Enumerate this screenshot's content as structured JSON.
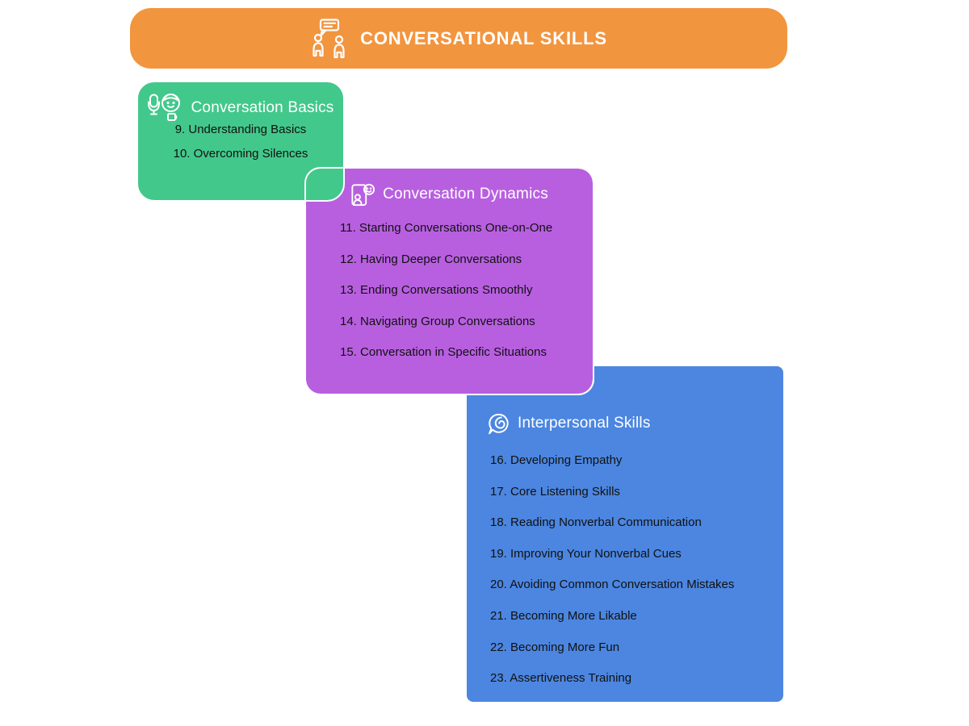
{
  "banner": {
    "title": "CONVERSATIONAL SKILLS",
    "color": "#F2953F",
    "text_color": "#FFFFFF",
    "icon": "people-chat-icon"
  },
  "sections": [
    {
      "title": "Conversation Basics",
      "color": "#42C88B",
      "icon": "interview-icon",
      "items": [
        "9. Understanding Basics",
        "10. Overcoming Silences"
      ]
    },
    {
      "title": "Conversation Dynamics",
      "color": "#B85FE0",
      "icon": "presenter-board-icon",
      "items": [
        "11. Starting Conversations One-on-One",
        "12. Having Deeper Conversations",
        "13. Ending Conversations Smoothly",
        "14. Navigating Group Conversations",
        "15. Conversation in Specific Situations"
      ]
    },
    {
      "title": "Interpersonal Skills",
      "color": "#4C86E0",
      "icon": "spiral-bubble-icon",
      "items": [
        "16. Developing Empathy",
        "17. Core Listening Skills",
        "18. Reading Nonverbal Communication",
        "19. Improving Your Nonverbal Cues",
        "20. Avoiding Common Conversation Mistakes",
        "21. Becoming More Likable",
        "22. Becoming More Fun",
        "23. Assertiveness Training"
      ]
    }
  ],
  "item_text_color": "#111111",
  "border_color": "#FFFFFF"
}
